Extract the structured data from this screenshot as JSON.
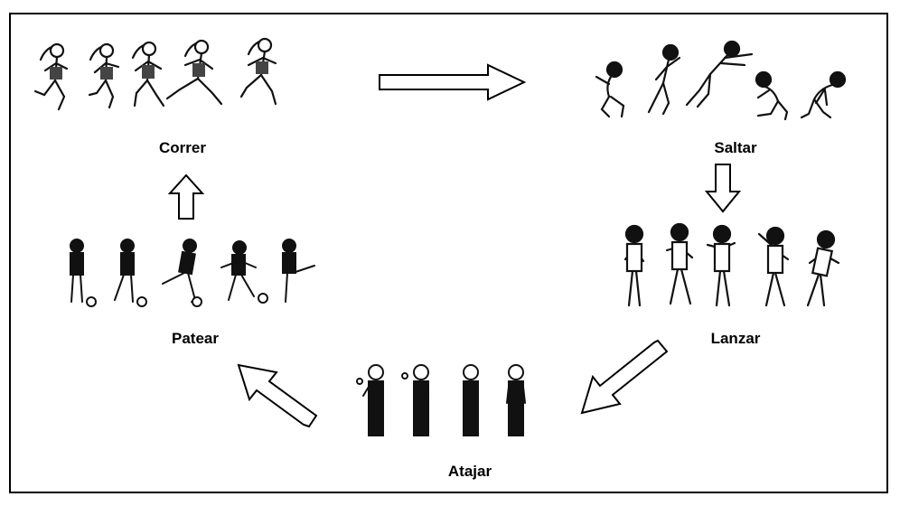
{
  "diagram": {
    "stages": [
      {
        "id": "correr",
        "label": "Correr"
      },
      {
        "id": "saltar",
        "label": "Saltar"
      },
      {
        "id": "lanzar",
        "label": "Lanzar"
      },
      {
        "id": "atajar",
        "label": "Atajar"
      },
      {
        "id": "patear",
        "label": "Patear"
      }
    ],
    "flow": [
      "Correr",
      "Saltar",
      "Lanzar",
      "Atajar",
      "Patear",
      "Correr"
    ]
  },
  "colors": {
    "line": "#000000",
    "fill": "#ffffff",
    "figure": "#111111"
  }
}
